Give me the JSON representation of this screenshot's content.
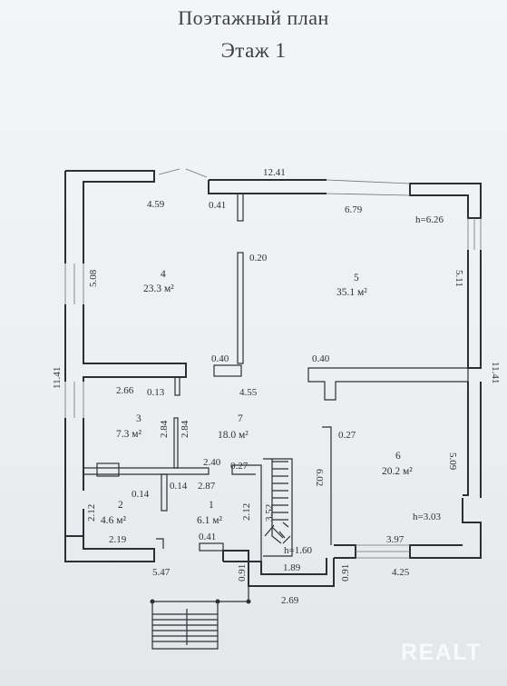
{
  "header": {
    "title": "Поэтажный план",
    "subtitle": "Этаж 1"
  },
  "rooms": [
    {
      "number": "1",
      "area": "6.1 м²"
    },
    {
      "number": "2",
      "area": "4.6 м²"
    },
    {
      "number": "3",
      "area": "7.3 м²"
    },
    {
      "number": "4",
      "area": "23.3 м²"
    },
    {
      "number": "5",
      "area": "35.1 м²"
    },
    {
      "number": "6",
      "area": "20.2 м²"
    },
    {
      "number": "7",
      "area": "18.0 м²"
    }
  ],
  "dimensions": {
    "top_total": "12.41",
    "left_height": "11.41",
    "right_height": "11.41",
    "room4_width": "4.59",
    "room4_height": "5.08",
    "top_offset": "0.41",
    "room5_width": "6.79",
    "height_upper": "h=6.26",
    "room5_height": "5.11",
    "partition": "0.20",
    "pillar_left": "0.40",
    "pillar_right": "0.40",
    "corridor_left": "2.66",
    "corridor_step": "0.13",
    "corridor_width": "4.55",
    "room3_h1": "2.84",
    "room3_h2": "2.84",
    "room6_offset": "0.27",
    "stair_width": "2.40",
    "stair_offset": "0.27",
    "hall_width": "2.87",
    "room6_depth": "6.02",
    "room6_height": "5.09",
    "bath_gap1": "0.14",
    "bath_gap2": "0.14",
    "room2_height": "2.12",
    "room1_height": "2.12",
    "stair_run": "3.52",
    "height_room6": "h=3.03",
    "room2_width": "2.19",
    "entry_offset": "0.41",
    "stair_height": "h=1.60",
    "room6_bottom": "3.97",
    "porch_width": "5.47",
    "porch_depth_left": "0.91",
    "stair_bottom": "1.89",
    "porch_depth_right": "0.91",
    "bottom_right": "4.25",
    "porch_bottom": "2.69"
  },
  "watermark": "REALT"
}
